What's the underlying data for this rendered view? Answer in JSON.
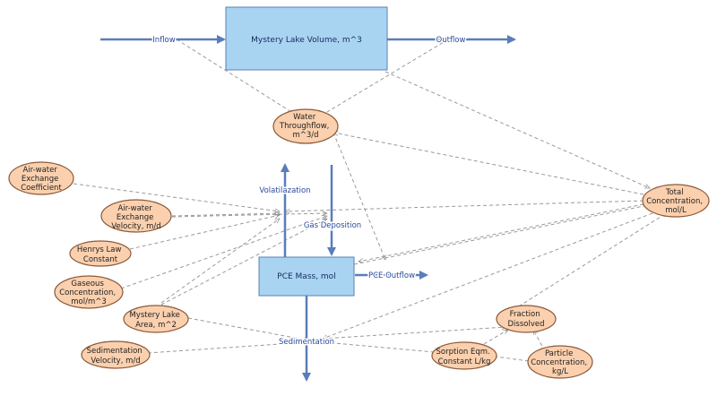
{
  "stocks": {
    "lake_volume": "Mystery Lake Volume, m^3",
    "pce_mass": "PCE Mass, mol"
  },
  "flows": {
    "inflow": "Inflow",
    "outflow": "Outflow",
    "volatilization": "Volatilazation",
    "gas_deposition": "Gas Deposition",
    "pce_outflow": "PCE Outflow",
    "sedimentation": "Sedimentation"
  },
  "converters": {
    "water_throughflow": [
      "Water",
      "Throughflow,",
      "m^3/d"
    ],
    "air_water_coef": [
      "Air-water",
      "Exchange",
      "Coefficient"
    ],
    "air_water_velocity": [
      "Air-water",
      "Exchange",
      "Velocity, m/d"
    ],
    "henrys_law": [
      "Henrys Law",
      "Constant"
    ],
    "gaseous_conc": [
      "Gaseous",
      "Concentration,",
      "mol/m^3"
    ],
    "lake_area": [
      "Mystery Lake",
      "Area, m^2"
    ],
    "sed_velocity": [
      "Sedimentation",
      "Velocity, m/d"
    ],
    "total_conc": [
      "Total",
      "Concentration,",
      "mol/L"
    ],
    "fraction_dissolved": [
      "Fraction",
      "Dissolved"
    ],
    "sorption_const": [
      "Sorption Eqm.",
      "Constant L/kg"
    ],
    "particle_conc": [
      "Particle",
      "Concentration,",
      "kg/L"
    ]
  },
  "colors": {
    "stock_fill": "#a8d4f2",
    "converter_fill": "#fbd0ae",
    "flow": "#5b7db8",
    "link": "#9a9a9a"
  }
}
